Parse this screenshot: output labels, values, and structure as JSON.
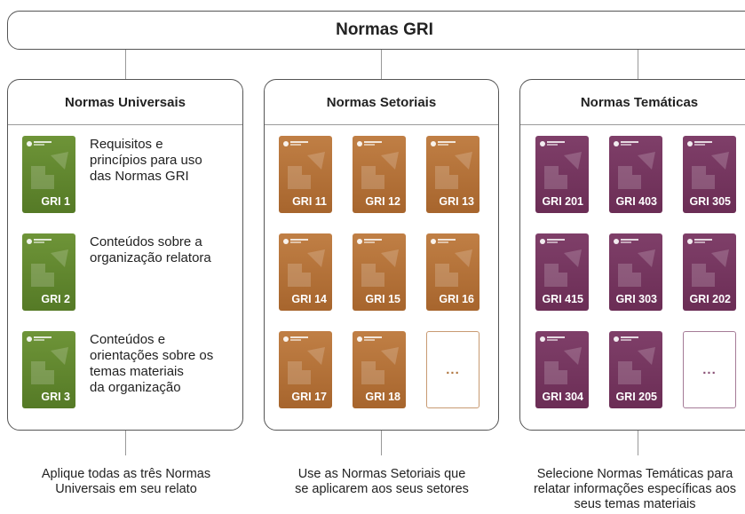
{
  "title": "Normas GRI",
  "panels": {
    "universal": {
      "title": "Normas Universais",
      "items": [
        {
          "label": "GRI 1",
          "desc": [
            "Requisitos e",
            "princípios para uso",
            "das Normas GRI"
          ]
        },
        {
          "label": "GRI 2",
          "desc": [
            "Conteúdos sobre a",
            "organização relatora"
          ]
        },
        {
          "label": "GRI 3",
          "desc": [
            "Conteúdos e",
            "orientações sobre os",
            "temas materiais",
            "da organização"
          ]
        }
      ],
      "color": "#62892f"
    },
    "sectoral": {
      "title": "Normas Setoriais",
      "cards": [
        "GRI 11",
        "GRI 12",
        "GRI 13",
        "GRI 14",
        "GRI 15",
        "GRI 16",
        "GRI 17",
        "GRI 18"
      ],
      "more": "...",
      "color": "#b5733a"
    },
    "thematic": {
      "title": "Normas Temáticas",
      "cards": [
        "GRI 201",
        "GRI 403",
        "GRI 305",
        "GRI 415",
        "GRI 303",
        "GRI 202",
        "GRI 304",
        "GRI 205"
      ],
      "more": "...",
      "color": "#76365f"
    }
  },
  "captions": {
    "universal": [
      "Aplique todas as três Normas",
      "Universais em seu relato"
    ],
    "sectoral": [
      "Use as Normas Setoriais que",
      "se aplicarem aos seus setores"
    ],
    "thematic": [
      "Selecione Normas Temáticas para",
      "relatar informações específicas aos",
      "seus temas materiais"
    ]
  },
  "icons": {
    "card_arrow": "diagonal-arrow-icon",
    "card_badge": "gri-standards-logo-icon"
  }
}
